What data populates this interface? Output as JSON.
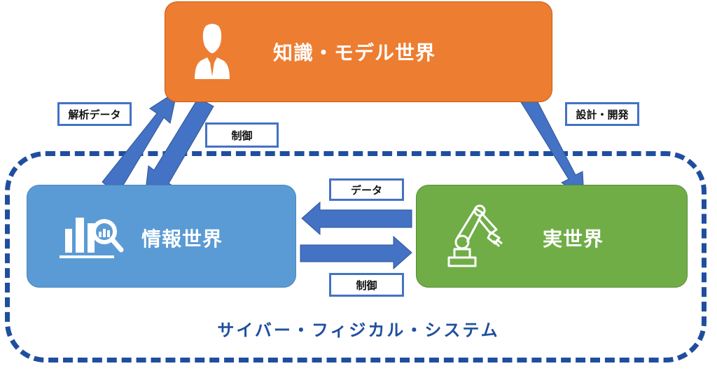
{
  "diagram": {
    "nodes": {
      "knowledge": {
        "label": "知識・モデル世界",
        "icon": "person-icon",
        "color": "#ED7D31"
      },
      "info": {
        "label": "情報世界",
        "icon": "data-analysis-icon",
        "color": "#5B9BD5"
      },
      "real": {
        "label": "実世界",
        "icon": "robot-arm-icon",
        "color": "#70AD47"
      }
    },
    "edges": {
      "analysis_data": {
        "label": "解析データ"
      },
      "control_down": {
        "label": "制御"
      },
      "design_dev": {
        "label": "設計・開発"
      },
      "data": {
        "label": "データ"
      },
      "control_right": {
        "label": "制御"
      }
    },
    "system": {
      "label": "サイバー・フィジカル・システム",
      "color": "#1F4E9F"
    },
    "arrow_color": "#4472C4"
  }
}
